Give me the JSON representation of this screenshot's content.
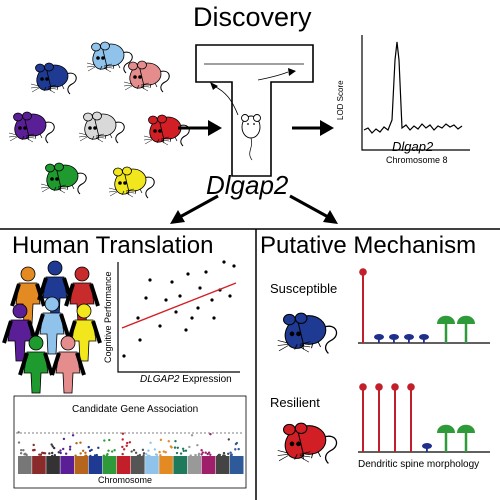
{
  "title": "Discovery",
  "gene_label": "Dlgap2",
  "lod_plot": {
    "ylabel": "LOD Score",
    "xlabel": "Chromosome 8",
    "peak_label": "Dlgap2"
  },
  "human_translation": {
    "title": "Human Translation",
    "scatter": {
      "ylabel": "Cognitive Performance",
      "xlabel_gene": "DLGAP2",
      "xlabel_rest": " Expression"
    },
    "manhattan": {
      "title": "Candidate Gene Association",
      "xlabel": "Chromosome"
    }
  },
  "putative_mechanism": {
    "title": "Putative Mechanism",
    "susceptible_label": "Susceptible",
    "resilient_label": "Resilient",
    "caption": "Dendritic spine morphology"
  },
  "colors": {
    "mouse_blue": "#1f3a93",
    "mouse_lightblue": "#8fc3ec",
    "mouse_pink": "#e58d8d",
    "mouse_purple": "#5a1e96",
    "mouse_gray": "#d9d9d9",
    "mouse_red": "#d21f26",
    "mouse_green": "#1e9a2f",
    "mouse_yellow": "#f2e61c",
    "spine_red": "#c21f2a",
    "spine_blue": "#1f2f8a",
    "spine_green": "#2e9a3a",
    "regression_line": "#d51f26"
  }
}
